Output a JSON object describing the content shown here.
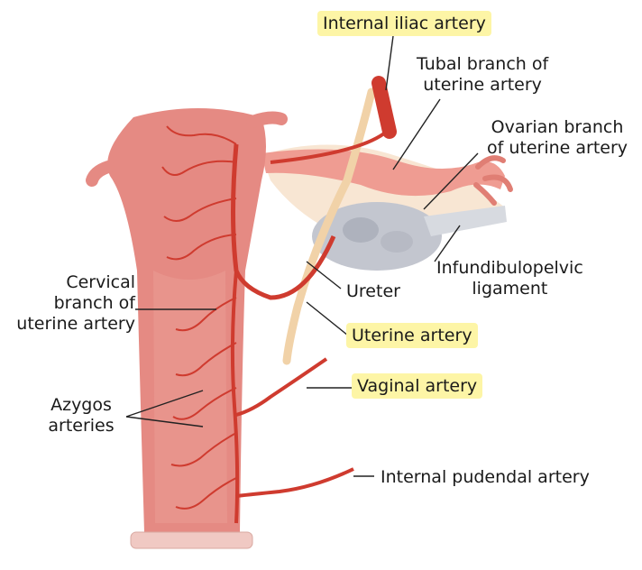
{
  "colors": {
    "tissue": "#e58a83",
    "tissue_light": "#f4c2bb",
    "vessel": "#cf3b2f",
    "ovary": "#c3c6cf",
    "tube": "#ef9c92",
    "ligament": "#f5dcc0",
    "ureter": "#f1d2a8",
    "ring": "#f0c9c3",
    "highlight": "#fdf5a6",
    "leader": "#222222"
  },
  "labels": {
    "internal_iliac": "Internal iliac artery",
    "tubal_branch": "Tubal branch of\nuterine artery",
    "ovarian_branch": "Ovarian branch\nof uterine artery",
    "infundibulopelvic": "Infundibulopelvic\nligament",
    "ureter": "Ureter",
    "uterine_artery": "Uterine artery",
    "vaginal_artery": "Vaginal artery",
    "internal_pudendal": "Internal pudendal artery",
    "cervical_branch": "Cervical\nbranch of\nuterine artery",
    "azygos": "Azygos\narteries"
  },
  "highlighted_labels": [
    "internal_iliac",
    "uterine_artery",
    "vaginal_artery"
  ]
}
